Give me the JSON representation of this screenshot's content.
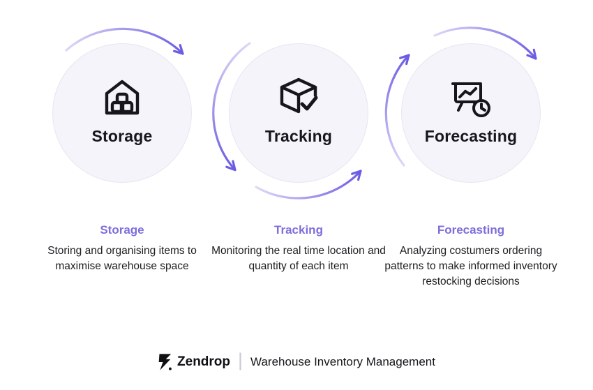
{
  "colors": {
    "accent": "#7C6EDC",
    "arrow": "#6C5CE4",
    "arrow_light": "#DCD8F6",
    "circle_fill": "#F4F4FA",
    "circle_border": "#E7E6F3",
    "text_dark": "#17161C"
  },
  "steps": [
    {
      "icon": "warehouse-icon",
      "circle_label": "Storage",
      "heading": "Storage",
      "description": "Storing and organising items to maximise warehouse space"
    },
    {
      "icon": "box-check-icon",
      "circle_label": "Tracking",
      "heading": "Tracking",
      "description": "Monitoring the real time location and quantity of each item"
    },
    {
      "icon": "forecast-board-icon",
      "circle_label": "Forecasting",
      "heading": "Forecasting",
      "description": "Analyzing costumers ordering patterns to make informed inventory restocking decisions"
    }
  ],
  "footer": {
    "logo_icon": "zendrop-bolt-icon",
    "brand": "Zendrop",
    "separator": "|",
    "title": "Warehouse Inventory Management"
  }
}
